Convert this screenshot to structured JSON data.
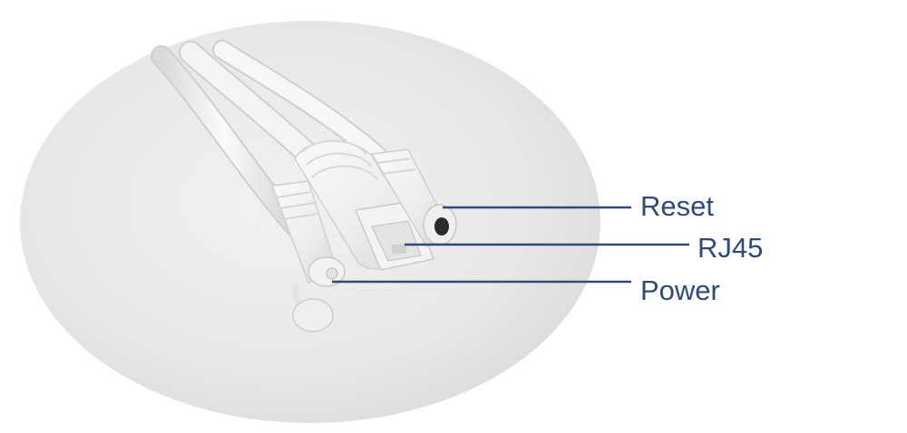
{
  "labels": {
    "reset": "Reset",
    "rj45": "RJ45",
    "power": "Power"
  },
  "colors": {
    "background": "#ffffff",
    "oval": "#e9e9e7",
    "cable": "#f6f6f4",
    "callout": "#2d4a78"
  }
}
